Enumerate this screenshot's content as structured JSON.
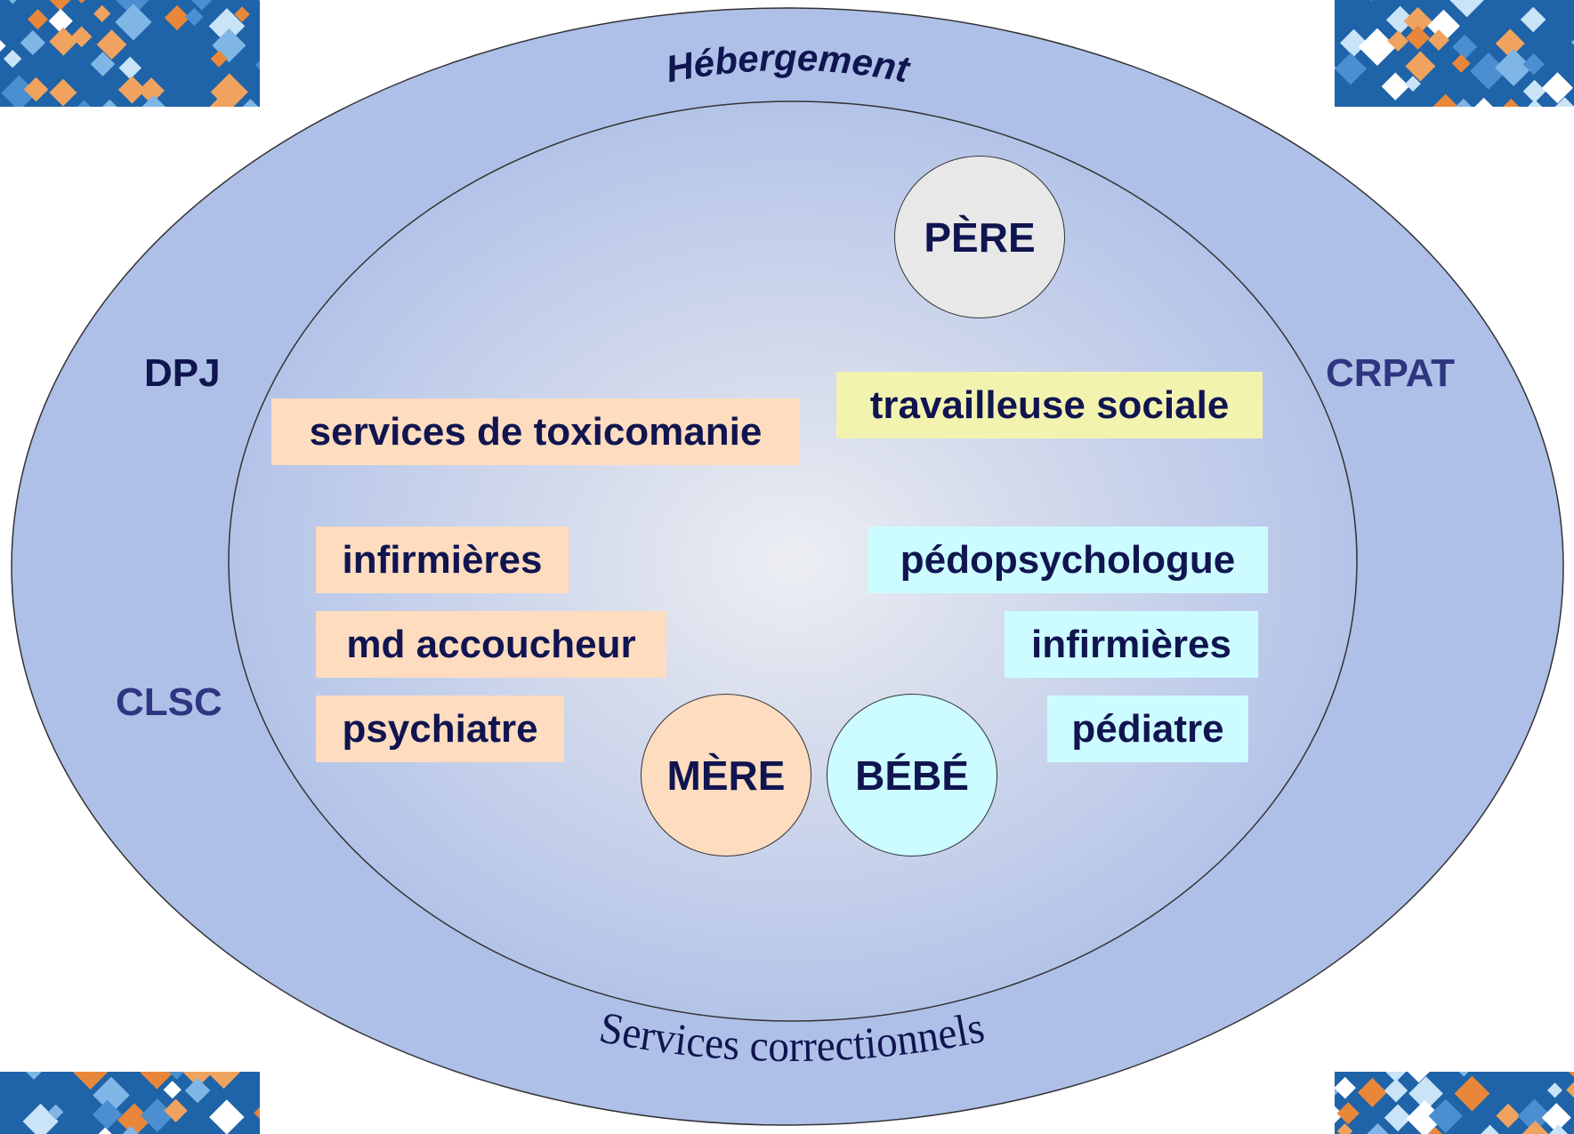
{
  "outer_ring": {
    "top_label": "Hébergement",
    "bottom_label": "Services correctionnels",
    "left_labels": [
      "DPJ",
      "CLSC"
    ],
    "right_label": "CRPAT"
  },
  "people": {
    "father": "PÈRE",
    "mother": "MÈRE",
    "baby": "BÉBÉ"
  },
  "services_left": [
    "services de toxicomanie",
    "infirmières",
    "md accoucheur",
    "psychiatre"
  ],
  "services_right": [
    "pédopsychologue",
    "infirmières",
    "pédiatre"
  ],
  "services_top": "travailleuse sociale",
  "colors": {
    "outer_fill": "#aec0e8",
    "inner_center": "#eef0f4",
    "mother_group": "#fddcc0",
    "baby_group": "#ccfcff",
    "social_worker": "#f3f3b0",
    "father": "#e8e8e8",
    "text_dark": "#101550",
    "text_mid": "#2e3680"
  },
  "decorations": [
    "tile-pattern-top-left",
    "tile-pattern-top-right",
    "tile-pattern-bottom-left",
    "tile-pattern-bottom-right"
  ]
}
